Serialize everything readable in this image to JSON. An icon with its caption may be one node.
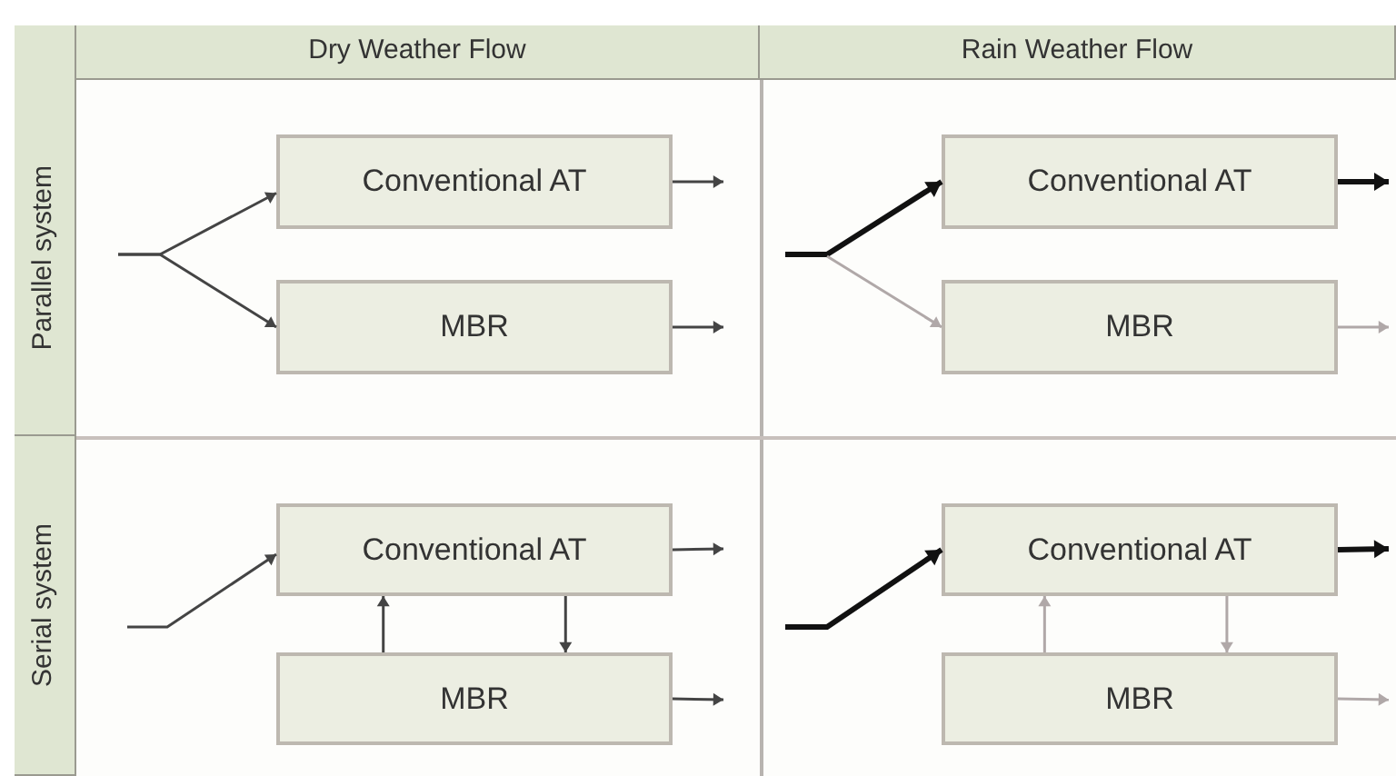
{
  "diagram": {
    "nodes": [
      {
        "text": [
          "Dry Weather Flow"
        ]
      },
      {
        "text": [
          "Rain Weather Flow"
        ]
      },
      {
        "text": [
          "Parallel system"
        ]
      },
      {
        "text": [
          "Serial system"
        ]
      },
      {
        "text": [
          "Conventional AT"
        ]
      },
      {
        "text": [
          "MBR"
        ]
      },
      {
        "text": [
          "Conventional AT"
        ]
      },
      {
        "text": [
          "MBR"
        ]
      },
      {
        "text": [
          "Conventional AT"
        ]
      },
      {
        "text": [
          "MBR"
        ]
      },
      {
        "text": [
          "Conventional AT"
        ]
      },
      {
        "text": [
          "MBR"
        ]
      }
    ],
    "edges": [
      {
        "from": null,
        "to": 4,
        "arrow": "to"
      },
      {
        "from": null,
        "to": 5,
        "arrow": "to"
      },
      {
        "from": 4,
        "to": null,
        "arrow": "to"
      },
      {
        "from": 5,
        "to": null,
        "arrow": "to"
      },
      {
        "from": null,
        "to": 6,
        "arrow": "to",
        "style": "thick",
        "color": "#111111"
      },
      {
        "from": null,
        "to": 7,
        "arrow": "to",
        "color": "#b0a8a8"
      },
      {
        "from": 6,
        "to": null,
        "arrow": "to",
        "style": "thick",
        "color": "#111111"
      },
      {
        "from": 7,
        "to": null,
        "arrow": "to",
        "color": "#b0a8a8"
      },
      {
        "from": null,
        "to": 8,
        "arrow": "to"
      },
      {
        "from": 8,
        "to": null,
        "arrow": "to"
      },
      {
        "from": 9,
        "to": null,
        "arrow": "to"
      },
      {
        "from": 9,
        "to": 8,
        "arrow": "to"
      },
      {
        "from": 8,
        "to": 9,
        "arrow": "to"
      },
      {
        "from": null,
        "to": 10,
        "arrow": "to",
        "style": "thick",
        "color": "#111111"
      },
      {
        "from": 10,
        "to": null,
        "arrow": "to",
        "style": "thick",
        "color": "#111111"
      },
      {
        "from": 11,
        "to": null,
        "arrow": "to",
        "color": "#b0a8a8"
      },
      {
        "from": 11,
        "to": 10,
        "arrow": "to",
        "color": "#b0a8a8"
      },
      {
        "from": 10,
        "to": 11,
        "arrow": "to",
        "color": "#b0a8a8"
      }
    ]
  }
}
